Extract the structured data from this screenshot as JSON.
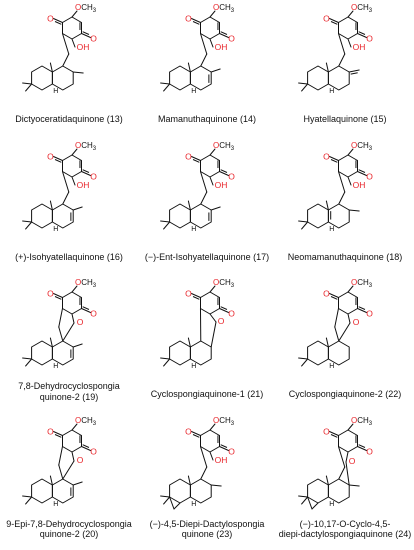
{
  "figure": {
    "compounds": [
      {
        "name": "Dictyoceratidaquinone",
        "number": "13",
        "label_lines": [
          "Dictyoceratidaquinone (13)"
        ],
        "kind": "open",
        "style": "methyl"
      },
      {
        "name": "Mamanuthaquinone",
        "number": "14",
        "label_lines": [
          "Mamanuthaquinone (14)"
        ],
        "kind": "open",
        "style": "ene"
      },
      {
        "name": "Hyatellaquinone",
        "number": "15",
        "label_lines": [
          "Hyatellaquinone (15)"
        ],
        "kind": "open",
        "style": "exo"
      },
      {
        "name": "(+)-Isohyatellaquinone",
        "number": "16",
        "label_lines": [
          "(+)-Isohyatellaquinone (16)"
        ],
        "kind": "open",
        "style": "ene"
      },
      {
        "name": "(−)-Ent-Isohyatellaquinone",
        "number": "17",
        "label_lines": [
          "(−)-Ent-Isohyatellaquinone (17)"
        ],
        "kind": "open",
        "style": "ene"
      },
      {
        "name": "Neomamanuthaquinone",
        "number": "18",
        "label_lines": [
          "Neomamanuthaquinone (18)"
        ],
        "kind": "open",
        "style": "tetra"
      },
      {
        "name": "7,8-Dehydrocyclospongia quinone-2",
        "number": "19",
        "label_lines": [
          "7,8-Dehydrocyclospongia",
          "quinone-2 (19)"
        ],
        "kind": "spiro",
        "style": "ene"
      },
      {
        "name": "Cyclospongiaquinone-1",
        "number": "21",
        "label_lines": [
          "Cyclospongiaquinone-1 (21)"
        ],
        "kind": "fused",
        "style": "plain"
      },
      {
        "name": "Cyclospongiaquinone-2",
        "number": "22",
        "label_lines": [
          "Cyclospongiaquinone-2 (22)"
        ],
        "kind": "spiro",
        "style": "plain"
      },
      {
        "name": "9-Epi-7,8-Dehydrocyclospongia quinone-2",
        "number": "20",
        "label_lines": [
          "9-Epi-7,8-Dehydrocyclospongia",
          "quinone-2 (20)"
        ],
        "kind": "spiro",
        "style": "ene"
      },
      {
        "name": "(−)-4,5-Diepi-Dactylospongia quinone",
        "number": "23",
        "label_lines": [
          "(−)-4,5-Diepi-Dactylospongia",
          "quinone (23)"
        ],
        "kind": "open",
        "style": "cyclo"
      },
      {
        "name": "(−)-10,17-O-Cyclo-4,5-diepi-dactylospongiaquinone",
        "number": "24",
        "label_lines": [
          "(−)-10,17-O-Cyclo-4,5-",
          "diepi-dactylospongiaquinone (24)"
        ],
        "kind": "ocyclo",
        "style": "cyclo"
      }
    ],
    "atom_labels": {
      "methoxy": "OCH3",
      "hydroxyl": "OH",
      "oxygen": "O",
      "hydrogen": "H"
    },
    "colors": {
      "heteroatom": "#e8242a",
      "bond": "#111111"
    }
  }
}
